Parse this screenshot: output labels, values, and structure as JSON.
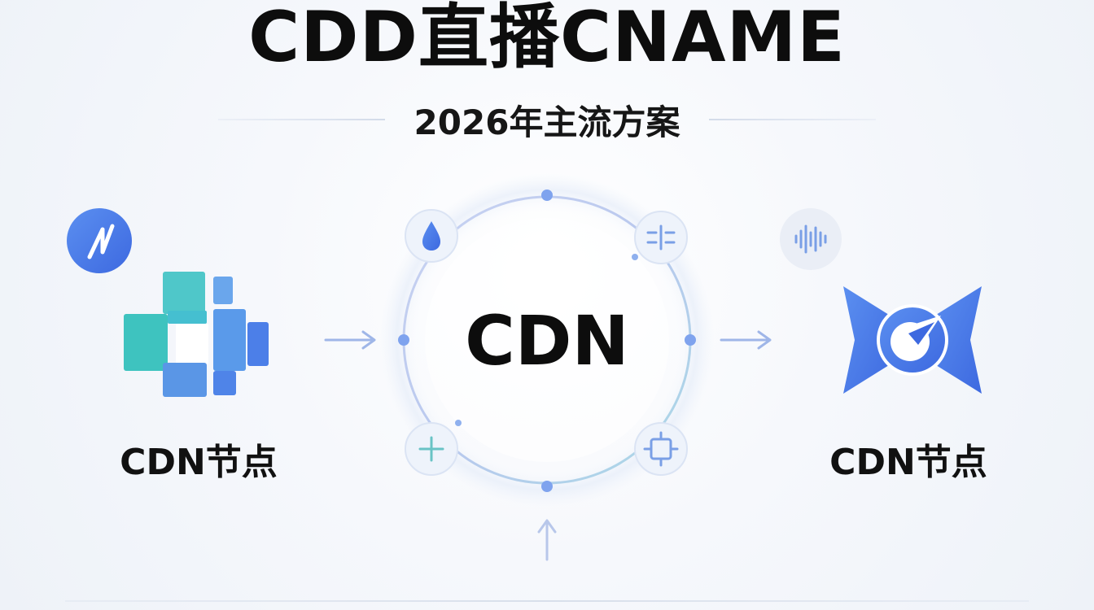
{
  "title": "CDD直播CNAME",
  "subtitle": "2026年主流方案",
  "nodes": {
    "left": {
      "label": "CDN节点",
      "icon": "pixel-cross-icon"
    },
    "center": {
      "label": "CDN"
    },
    "right": {
      "label": "CDN节点",
      "icon": "bowtie-compass-icon"
    }
  },
  "colors": {
    "accent_blue": "#4a7ee8",
    "accent_teal": "#3cc6c0",
    "text": "#111111"
  }
}
